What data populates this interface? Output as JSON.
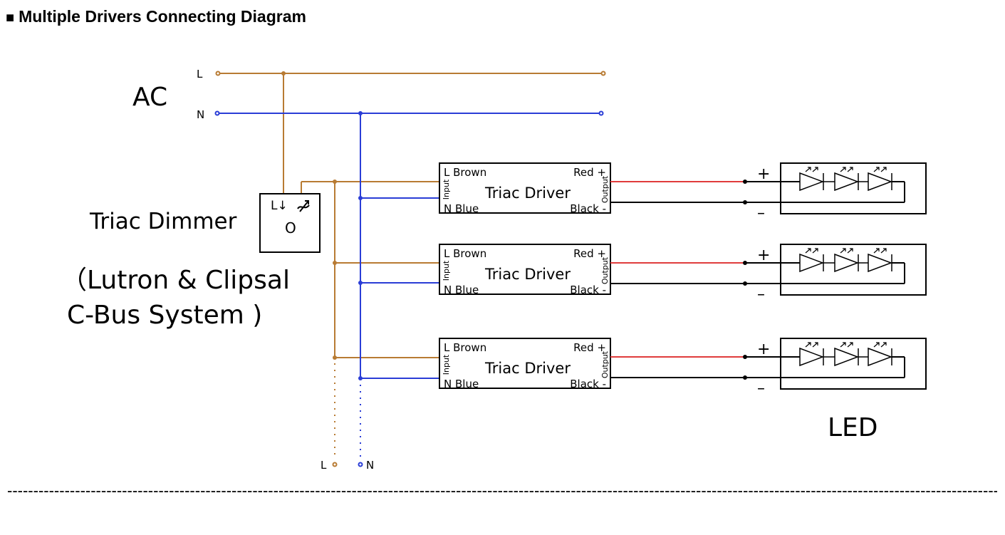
{
  "heading": {
    "bullet": "■",
    "text": "Multiple Drivers Connecting Diagram"
  },
  "ac": {
    "label": "AC",
    "l": "L",
    "n": "N"
  },
  "dimmer": {
    "label": "Triac Dimmer",
    "symbol_l": "L↓",
    "symbol_knob": "O",
    "note_line1": "（Lutron & Clipsal",
    "note_line2": "C-Bus System )"
  },
  "drivers": [
    {
      "title": "Triac Driver",
      "in_l": "L Brown",
      "in_n": "N Blue",
      "out_pos": "Red +",
      "out_neg": "Black -",
      "input": "Input",
      "output": "Output"
    },
    {
      "title": "Triac Driver",
      "in_l": "L Brown",
      "in_n": "N Blue",
      "out_pos": "Red +",
      "out_neg": "Black -",
      "input": "Input",
      "output": "Output"
    },
    {
      "title": "Triac Driver",
      "in_l": "L Brown",
      "in_n": "N Blue",
      "out_pos": "Red +",
      "out_neg": "Black -",
      "input": "Input",
      "output": "Output"
    }
  ],
  "led": {
    "label": "LED",
    "plus": "+",
    "minus": "–"
  },
  "bottom": {
    "l": "L",
    "n": "N"
  },
  "divider": "--------------------------------------------------------------------------------------------------------------------------------------------------------------------------------------------------------------------",
  "colors": {
    "brown": "#b87b33",
    "blue": "#2a3dd6",
    "red": "#e03c3c",
    "black": "#000000"
  }
}
